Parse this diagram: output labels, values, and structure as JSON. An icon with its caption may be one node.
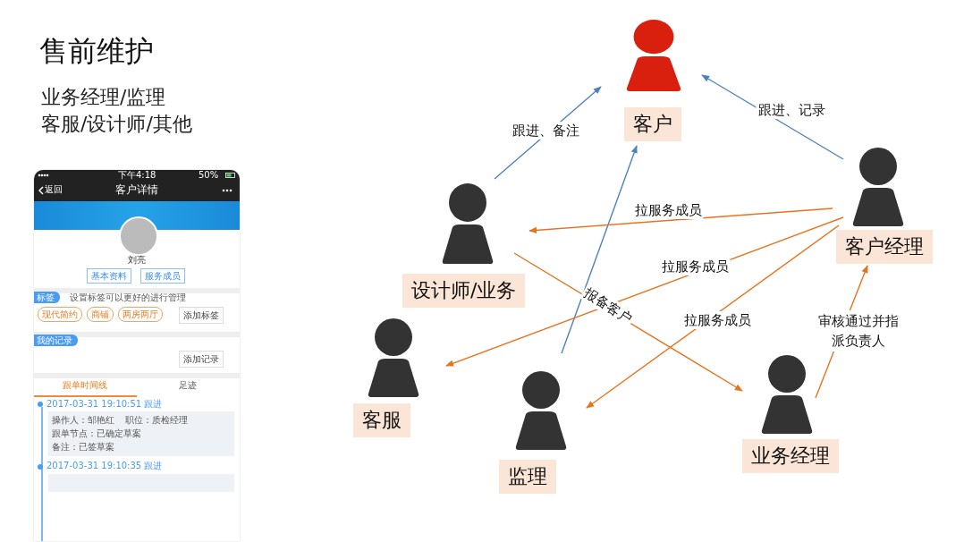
{
  "diagram": {
    "title": "售前维护",
    "nodes": [
      {
        "text": [
          "客户"
        ]
      },
      {
        "text": [
          "设计师/业务"
        ]
      },
      {
        "text": [
          "客户经理"
        ]
      },
      {
        "text": [
          "客服"
        ]
      },
      {
        "text": [
          "监理"
        ]
      },
      {
        "text": [
          "业务经理"
        ]
      }
    ],
    "edges": [
      {
        "from": 1,
        "to": 0,
        "arrow": "to",
        "label": "跟进、备注",
        "color": "#4f81bd"
      },
      {
        "from": 2,
        "to": 0,
        "arrow": "to",
        "label": "跟进、记录",
        "color": "#4f81bd"
      },
      {
        "from": 4,
        "to": 0,
        "arrow": "to",
        "color": "#4f81bd"
      },
      {
        "from": 2,
        "to": 1,
        "arrow": "to",
        "label": "拉服务成员"
      },
      {
        "from": 2,
        "to": 3,
        "arrow": "to",
        "label": "拉服务成员"
      },
      {
        "from": 2,
        "to": 4,
        "arrow": "to",
        "label": "拉服务成员"
      },
      {
        "from": 1,
        "to": 5,
        "arrow": "to",
        "label": "报备客户"
      },
      {
        "from": 5,
        "to": 2,
        "arrow": "to",
        "label": "审核通过并指派负责人"
      }
    ],
    "labels": [
      "业务经理/监理",
      "客服/设计师/其他",
      "下午4:18",
      "50%",
      "返回",
      "客户详情",
      "刘亮",
      "基本资料",
      "服务成员",
      "标签",
      "设置标签可以更好的进行管理",
      "现代简约",
      "商铺",
      "两房两厅",
      "添加标签",
      "我的记录",
      "添加记录",
      "跟单时间线",
      "足迹",
      "2017-03-31 19:10:51 跟进",
      "操作人：邹艳红",
      "职位：质检经理",
      "跟单节点：已确定草案",
      "备注：已签草案",
      "2017-03-31 19:10:35 跟进"
    ]
  }
}
